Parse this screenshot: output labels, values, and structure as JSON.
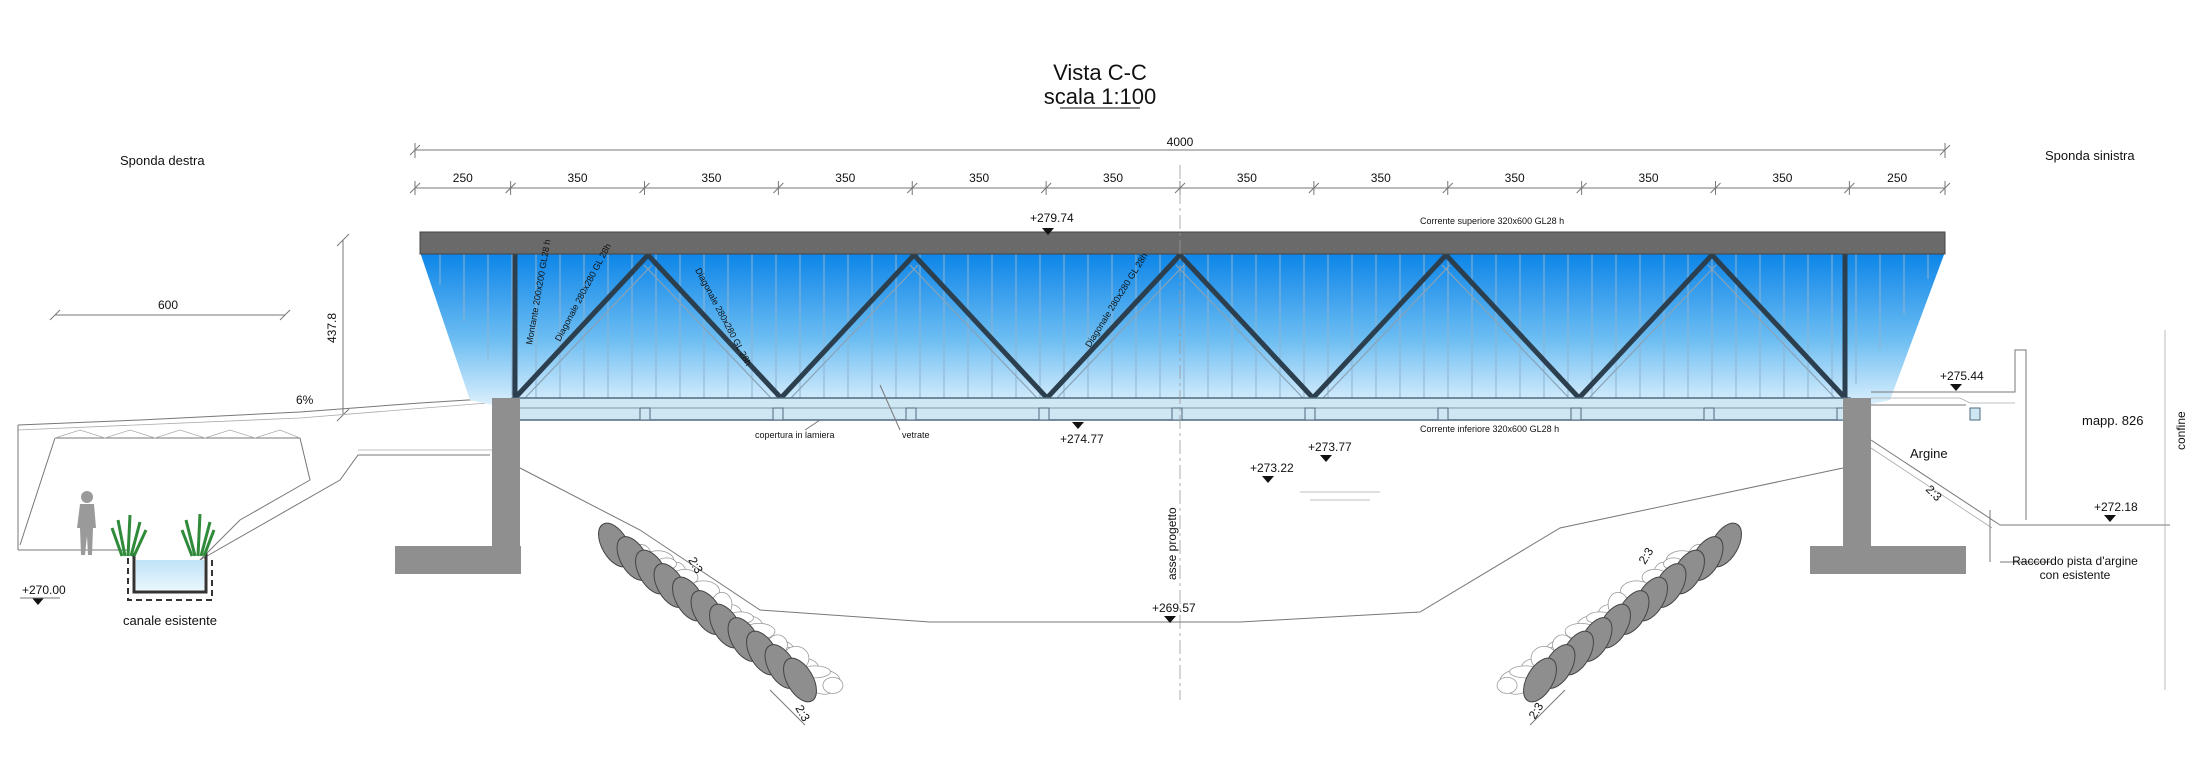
{
  "title": "Vista C-C",
  "scale": "scala 1:100",
  "bank_left": "Sponda destra",
  "bank_right": "Sponda sinistra",
  "total_span": "4000",
  "bay_dims": [
    "250",
    "350",
    "350",
    "350",
    "350",
    "350",
    "350",
    "350",
    "350",
    "350",
    "350",
    "250"
  ],
  "left_dim": "600",
  "height_dim": "437.8",
  "slope_pct": "6%",
  "elevations": {
    "top": "+279.74",
    "deck": "+274.77",
    "bank_right": "+275.44",
    "water_a": "+273.22",
    "water_b": "+273.77",
    "riverbed": "+269.57",
    "left_ground": "+270.00",
    "right_path": "+272.18"
  },
  "labels": {
    "upper_chord": "Corrente superiore 320x600 GL28 h",
    "lower_chord": "Corrente inferiore 320x600 GL28 h",
    "roof": "copertura in lamiera",
    "glazing": "vetrate",
    "montante": "Montante 200x200 GL28 h",
    "diag1": "Diagonale 280x280 GL 28h",
    "diag2": "Diagonale 280x280 GL 28h",
    "diag3": "Diagonale 280x280 GL 28h",
    "axis": "asse progetto",
    "canal": "canale esistente",
    "argine": "Argine",
    "mapp": "mapp. 826",
    "confine": "confine",
    "raccordo1": "Raccordo pista d'argine",
    "raccordo2": "con esistente"
  },
  "slopes": [
    "2:3",
    "2:3",
    "2:3",
    "2:3",
    "2:3"
  ],
  "colors": {
    "glass_top": "#0b84e8",
    "glass_bottom": "#ddf0fc",
    "chord": "#6a6a6a",
    "pier": "#8f8f8f"
  }
}
